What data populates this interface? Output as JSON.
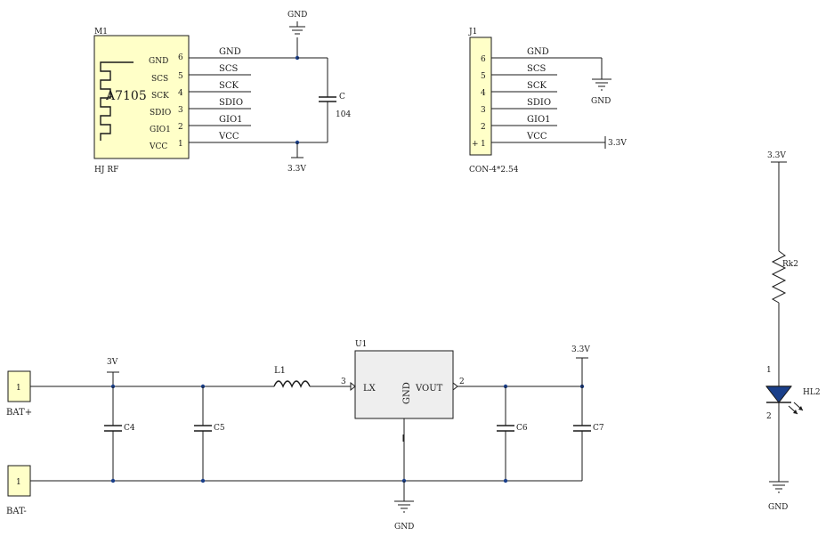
{
  "m1": {
    "ref": "M1",
    "chip": "A7105",
    "footer": "HJ RF",
    "pins": [
      {
        "name": "GND",
        "num": "6",
        "net": "GND"
      },
      {
        "name": "SCS",
        "num": "5",
        "net": "SCS"
      },
      {
        "name": "SCK",
        "num": "4",
        "net": "SCK"
      },
      {
        "name": "SDIO",
        "num": "3",
        "net": "SDIO"
      },
      {
        "name": "GIO1",
        "num": "2",
        "net": "GIO1"
      },
      {
        "name": "VCC",
        "num": "1",
        "net": "VCC"
      }
    ],
    "gnd_label": "GND",
    "vcc_label": "3.3V",
    "cap_ref": "C",
    "cap_value": "104"
  },
  "j1": {
    "ref": "J1",
    "footer": "CON-4*2.54",
    "pins": [
      {
        "num": "6",
        "net": "GND"
      },
      {
        "num": "5",
        "net": "SCS"
      },
      {
        "num": "4",
        "net": "SCK"
      },
      {
        "num": "3",
        "net": "SDIO"
      },
      {
        "num": "2",
        "net": "GIO1"
      },
      {
        "num": "1",
        "net": "VCC"
      }
    ],
    "gnd_label": "GND",
    "vcc_label": "3.3V"
  },
  "led": {
    "supply": "3.3V",
    "resistor": "Rk2",
    "led_ref": "HL2",
    "pin1": "1",
    "pin2": "2",
    "gnd": "GND"
  },
  "power": {
    "bat_plus_pin": "1",
    "bat_plus": "BAT+",
    "bat_minus_pin": "1",
    "bat_minus": "BAT-",
    "in_net": "3V",
    "c4": "C4",
    "c5": "C5",
    "l1": "L1",
    "u1": "U1",
    "lx": "LX",
    "gnd": "GND",
    "vout": "VOUT",
    "pin_lx": "3",
    "pin_vout": "2",
    "out_net": "3.3V",
    "c6": "C6",
    "c7": "C7",
    "gnd_label": "GND"
  }
}
